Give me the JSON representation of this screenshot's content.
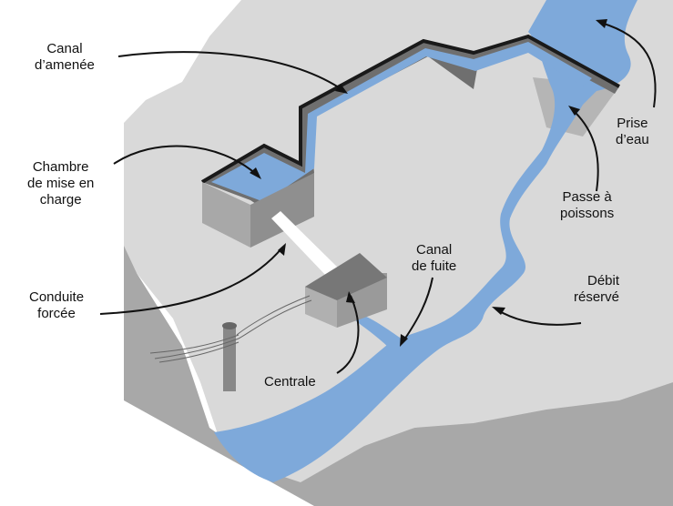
{
  "title": "Centrale hydroélectrique au fil de l'eau",
  "labels": {
    "canal_amenee": "Canal\nd’amenée",
    "chambre": "Chambre\nde mise en\ncharge",
    "conduite": "Conduite\nforcée",
    "centrale": "Centrale",
    "canal_fuite": "Canal\nde fuite",
    "debit_reserve": "Débit\nréservé",
    "passe_poissons": "Passe à\npoissons",
    "prise_eau": "Prise\nd’eau"
  },
  "colors": {
    "terrain": "#d9d9d9",
    "terrain_side": "#a8a8a8",
    "terrain_dark": "#8f8f8f",
    "water": "#7ea9da",
    "outline": "#1a1a1a"
  }
}
